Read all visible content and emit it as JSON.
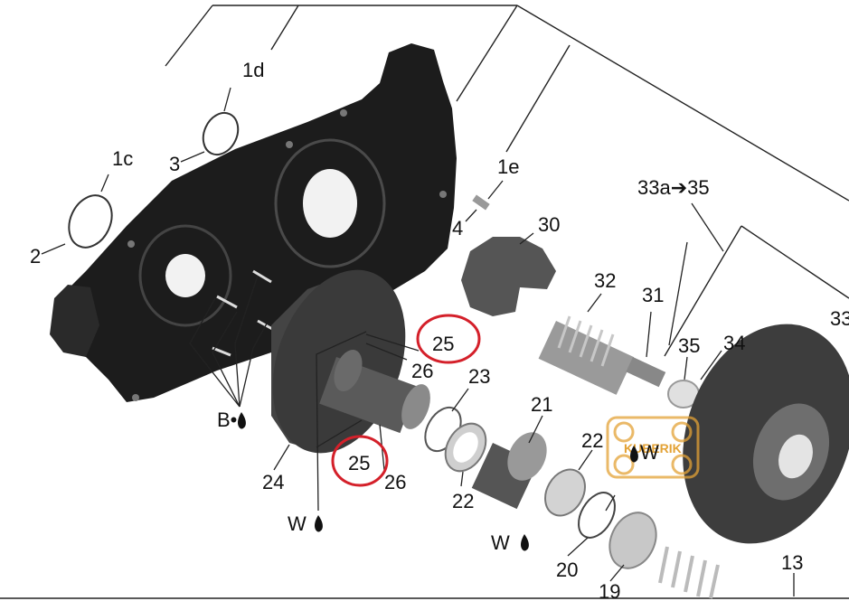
{
  "diagram": {
    "labels": {
      "l_1c": "1c",
      "l_1d": "1d",
      "l_1e": "1e",
      "l_2": "2",
      "l_3": "3",
      "l_4": "4",
      "l_30": "30",
      "l_33a": "33a➔35",
      "l_32": "32",
      "l_31": "31",
      "l_35": "35",
      "l_34": "34",
      "l_33": "33",
      "l_25a": "25",
      "l_26a": "26",
      "l_23": "23",
      "l_21": "21",
      "l_22a": "22",
      "l_22b": "22",
      "l_25b": "25",
      "l_26b": "26",
      "l_24": "24",
      "l_Bo": "B•",
      "l_W1": "W",
      "l_W2": "W",
      "l_W3": "W",
      "l_20": "20",
      "l_19": "19",
      "l_13": "13"
    },
    "watermark": "KUBERIK",
    "highlight_color": "#d4202a",
    "watermark_color": "#e3a235"
  }
}
